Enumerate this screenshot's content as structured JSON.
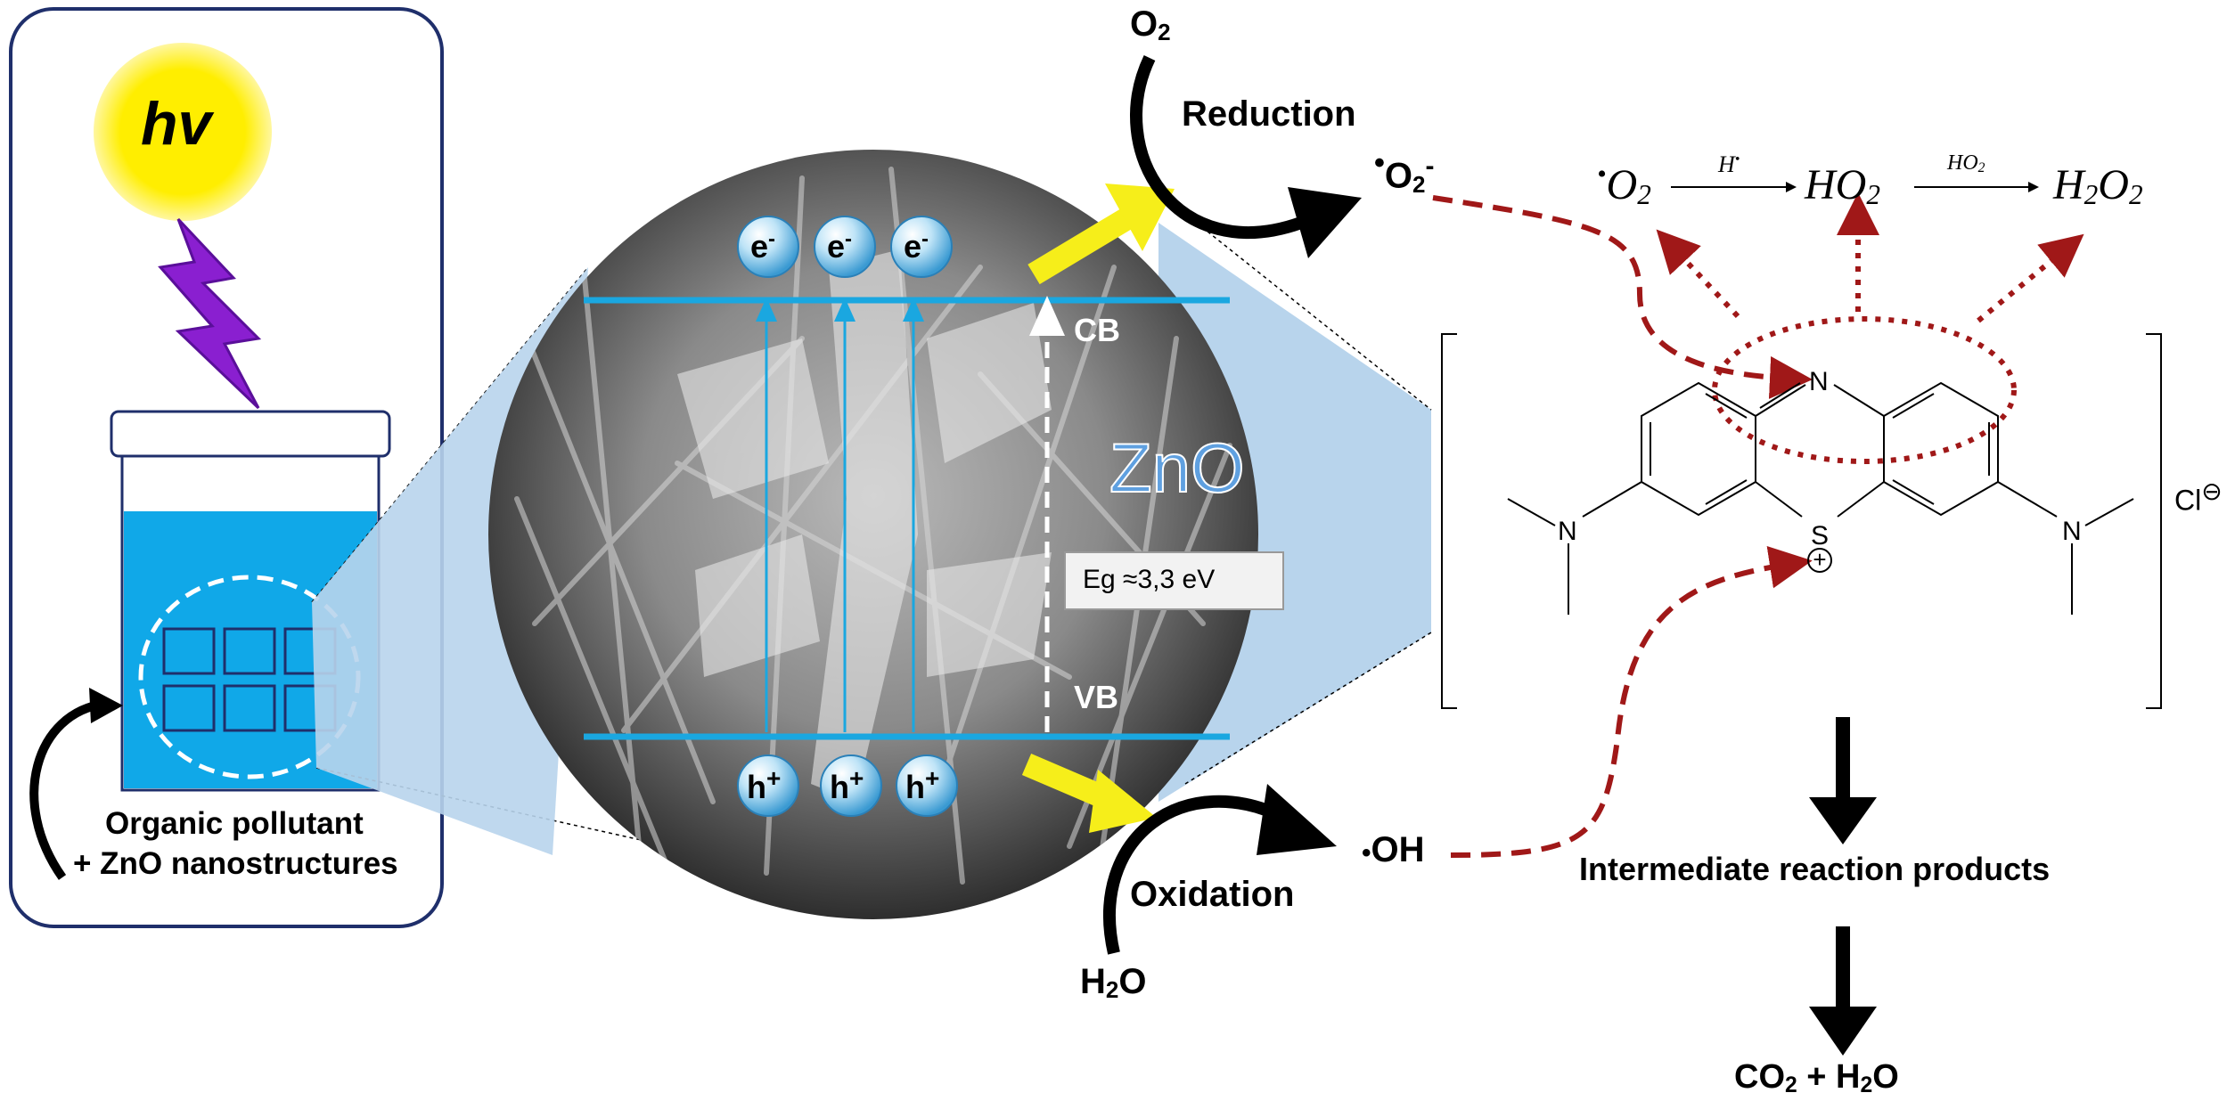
{
  "left_panel": {
    "light_symbol": "hv",
    "caption_line1": "Organic pollutant",
    "caption_line2": "+ ZnO nanostructures"
  },
  "band_diagram": {
    "material": "ZnO",
    "cb_label": "CB",
    "vb_label": "VB",
    "bandgap": "Eg ≈3,3 eV",
    "electron": "e",
    "electron_charge": "-",
    "hole": "h",
    "hole_charge": "+"
  },
  "reactions": {
    "o2": "O",
    "o2_sub": "2",
    "reduction": "Reduction",
    "superoxide": "O",
    "superoxide_sub": "2",
    "superoxide_sup": "-",
    "h2o": "H",
    "h2o_sub": "2",
    "h2o_tail": "O",
    "oxidation": "Oxidation",
    "hydroxyl": "OH",
    "chain_o2": "O",
    "chain_o2_sub": "2",
    "chain_arrow1": "H",
    "chain_ho2": "HO",
    "chain_ho2_sub": "2",
    "chain_arrow2": "HO",
    "chain_arrow2_sub": "2",
    "chain_h2o2": "H",
    "chain_h2o2_sub1": "2",
    "chain_h2o2_mid": "O",
    "chain_h2o2_sub2": "2"
  },
  "molecule": {
    "n_label": "N",
    "s_label": "S",
    "plus": "+",
    "n_left": "N",
    "n_right": "N",
    "counterion": "Cl",
    "counter_charge": "⊖"
  },
  "products": {
    "intermediate": "Intermediate reaction products",
    "final_c": "CO",
    "final_sub1": "2",
    "final_mid": " + H",
    "final_sub2": "2",
    "final_tail": "O"
  },
  "colors": {
    "panel_border": "#1f2f6b",
    "water": "#10a8e8",
    "sun": "#ffee00",
    "lightning": "#8a1fd0",
    "band_line": "#1aa7e0",
    "yellow_arrow": "#f6ee1a",
    "radical_arrow": "#a01818",
    "zoom_fill": "#b8d4ec",
    "zno_text": "#5fa0e0"
  }
}
